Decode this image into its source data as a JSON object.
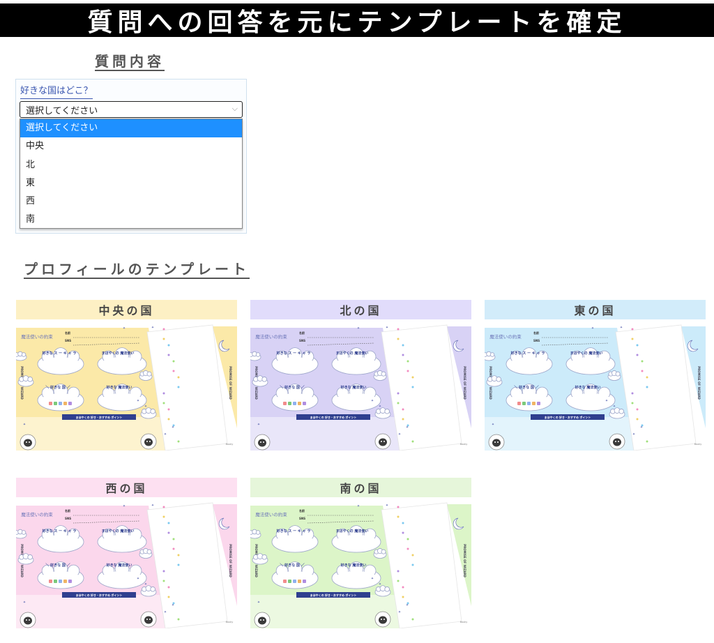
{
  "banner": {
    "title": "質問への回答を元にテンプレートを確定"
  },
  "question_section": {
    "title": "質問内容",
    "question": "好きな国はどこ？",
    "select_value": "選択してください",
    "options": [
      "選択してください",
      "中央",
      "北",
      "東",
      "西",
      "南"
    ],
    "selected_index": 0
  },
  "template_section": {
    "title": "プロフィールのテンプレート"
  },
  "colors": {
    "chuo": "#fbe9a8",
    "kita": "#d8d2f5",
    "higashi": "#ccebfa",
    "nishi": "#fbd7ec",
    "minami": "#dcf5c8",
    "header_chuo": "#fdf0c4",
    "header_kita": "#e1dcfb",
    "header_higashi": "#d2ecfa",
    "header_nishi": "#fde0f1",
    "header_minami": "#e6f6da",
    "navy": "#2f3f8f",
    "highlight": "#1e90ff"
  },
  "template_text": {
    "logo": "魔法使いの約束",
    "field1": "名前",
    "field2": "SNS",
    "cloud1": "好きな ス ー キ ャ ラ",
    "cloud2": "まほやくの 魔法使い",
    "cloud3": "＼ 好きな 国 ／",
    "cloud4": "好きな 魔法使い",
    "bar": "まほやくの 好き・おすすめ ポイント",
    "side": "PROMISE OF WIZARD",
    "credit": "Booky"
  },
  "cards": [
    {
      "label": "中央の国",
      "color_key": "chuo"
    },
    {
      "label": "北の国",
      "color_key": "kita"
    },
    {
      "label": "東の国",
      "color_key": "higashi"
    },
    {
      "label": "西の国",
      "color_key": "nishi"
    },
    {
      "label": "南の国",
      "color_key": "minami"
    }
  ]
}
